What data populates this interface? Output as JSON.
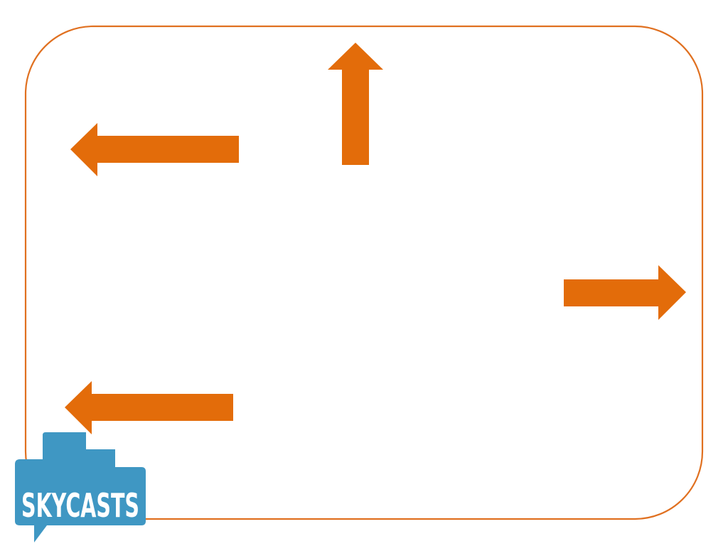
{
  "colors": {
    "frame": "#E07020",
    "arrow": "#E36C0A",
    "logo": "#3F97C3",
    "logo_text": "#FFFFFF",
    "background": "#FFFFFF"
  },
  "arrows": [
    {
      "name": "arrow-left-top",
      "direction": "left"
    },
    {
      "name": "arrow-up",
      "direction": "up"
    },
    {
      "name": "arrow-right",
      "direction": "right"
    },
    {
      "name": "arrow-left-bottom",
      "direction": "left"
    }
  ],
  "logo": {
    "text": "SKYCASTS"
  }
}
